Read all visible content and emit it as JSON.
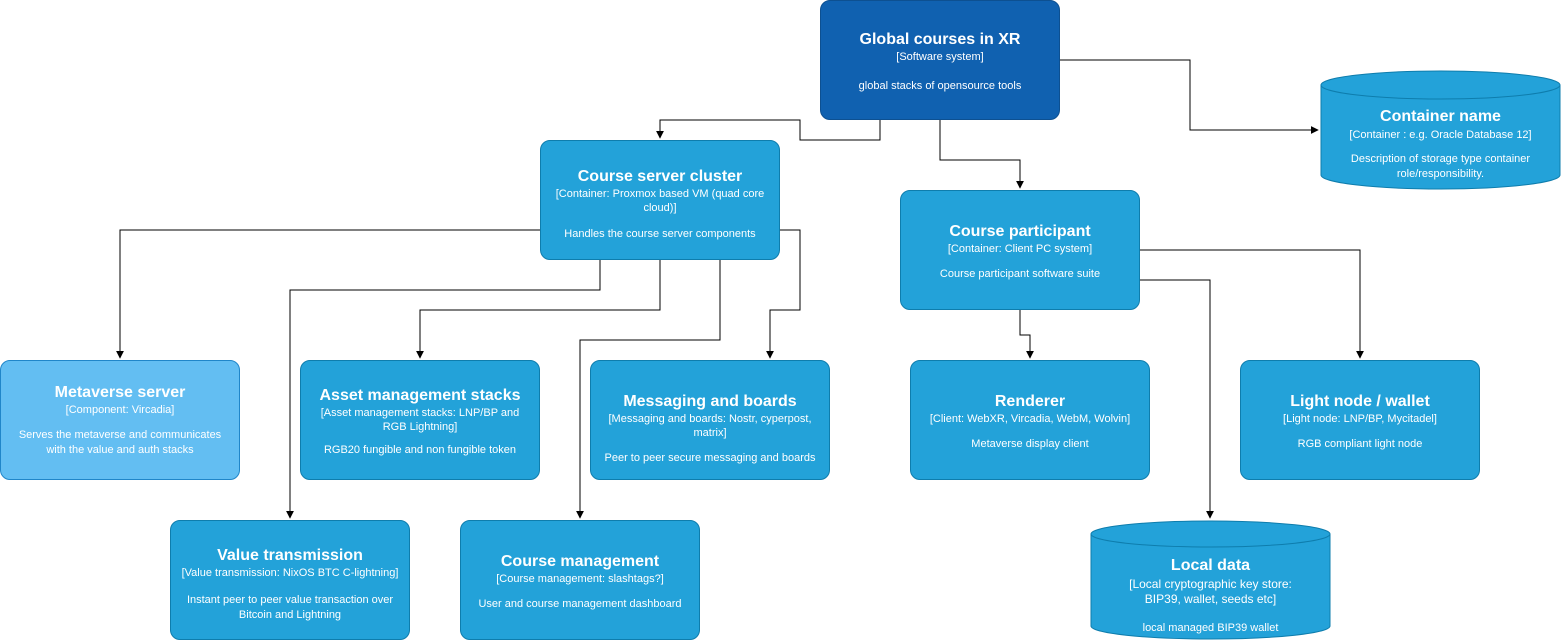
{
  "colors": {
    "software_system": "#1061B0",
    "container": "#23A2D9",
    "component": "#63BEF2",
    "edge": "#000000"
  },
  "nodes": {
    "global": {
      "title": "Global courses in XR",
      "sub": "[Software system]",
      "desc": "global stacks of opensource tools"
    },
    "server": {
      "title": "Course server cluster",
      "sub": "[Container: Proxmox based VM (quad core cloud)]",
      "desc": "Handles the course server components"
    },
    "participant": {
      "title": "Course participant",
      "sub": "[Container: Client PC system]",
      "desc": "Course participant software suite"
    },
    "container_name": {
      "title": "Container name",
      "sub": "[Container : e.g. Oracle Database 12]",
      "desc": "Description of storage type container role/responsibility."
    },
    "metaverse": {
      "title": "Metaverse server",
      "sub": "[Component: Vircadia]",
      "desc": "Serves the metaverse and communicates with the value and auth stacks"
    },
    "asset": {
      "title": "Asset management stacks",
      "sub": "[Asset management stacks: LNP/BP and RGB Lightning]",
      "desc": "RGB20 fungible and non fungible token"
    },
    "messaging": {
      "title": "Messaging and boards",
      "sub": "[Messaging and boards: Nostr, cyperpost, matrix]",
      "desc": "Peer to peer secure messaging and boards"
    },
    "renderer": {
      "title": "Renderer",
      "sub": "[Client: WebXR, Vircadia, WebM, Wolvin]",
      "desc": "Metaverse display client"
    },
    "lightnode": {
      "title": "Light node / wallet",
      "sub": "[Light node: LNP/BP, Mycitadel]",
      "desc": "RGB compliant light node"
    },
    "value": {
      "title": "Value transmission",
      "sub": "[Value transmission: NixOS BTC C-lightning]",
      "desc": "Instant peer to peer value transaction over Bitcoin and Lightning"
    },
    "course_mgmt": {
      "title": "Course management",
      "sub": "[Course management: slashtags?]",
      "desc": "User and course management dashboard"
    },
    "localdata": {
      "title": "Local data",
      "sub": "[Local cryptographic key store: BIP39, wallet, seeds etc]",
      "desc": "local managed BIP39 wallet"
    }
  }
}
